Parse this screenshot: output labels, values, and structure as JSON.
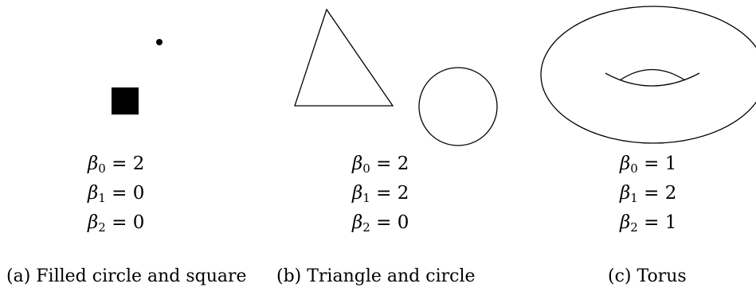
{
  "panels": [
    {
      "caption": "(a) Filled circle and square",
      "betas": [
        {
          "symbol": "β",
          "index": "0",
          "rel": "= 2"
        },
        {
          "symbol": "β",
          "index": "1",
          "rel": "= 0"
        },
        {
          "symbol": "β",
          "index": "2",
          "rel": "= 0"
        }
      ]
    },
    {
      "caption": "(b) Triangle and circle",
      "betas": [
        {
          "symbol": "β",
          "index": "0",
          "rel": "= 2"
        },
        {
          "symbol": "β",
          "index": "1",
          "rel": "= 2"
        },
        {
          "symbol": "β",
          "index": "2",
          "rel": "= 0"
        }
      ]
    },
    {
      "caption": "(c) Torus",
      "betas": [
        {
          "symbol": "β",
          "index": "0",
          "rel": "= 1"
        },
        {
          "symbol": "β",
          "index": "1",
          "rel": "= 2"
        },
        {
          "symbol": "β",
          "index": "2",
          "rel": "= 1"
        }
      ]
    }
  ]
}
